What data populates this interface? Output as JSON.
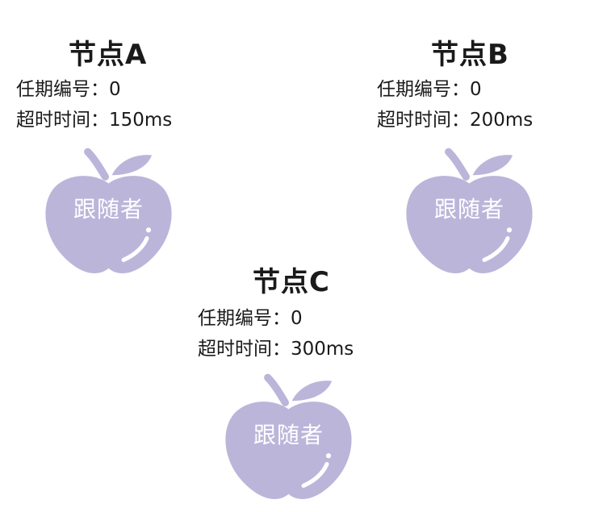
{
  "colors": {
    "apple": "#bcb5da",
    "highlight": "#ffffff",
    "text": "#1a1a1a"
  },
  "labels": {
    "term": "任期编号：",
    "timeout": "超时时间："
  },
  "nodes": [
    {
      "name": "节点A",
      "term": "0",
      "timeout": "150ms",
      "role": "跟随者"
    },
    {
      "name": "节点B",
      "term": "0",
      "timeout": "200ms",
      "role": "跟随者"
    },
    {
      "name": "节点C",
      "term": "0",
      "timeout": "300ms",
      "role": "跟随者"
    }
  ]
}
